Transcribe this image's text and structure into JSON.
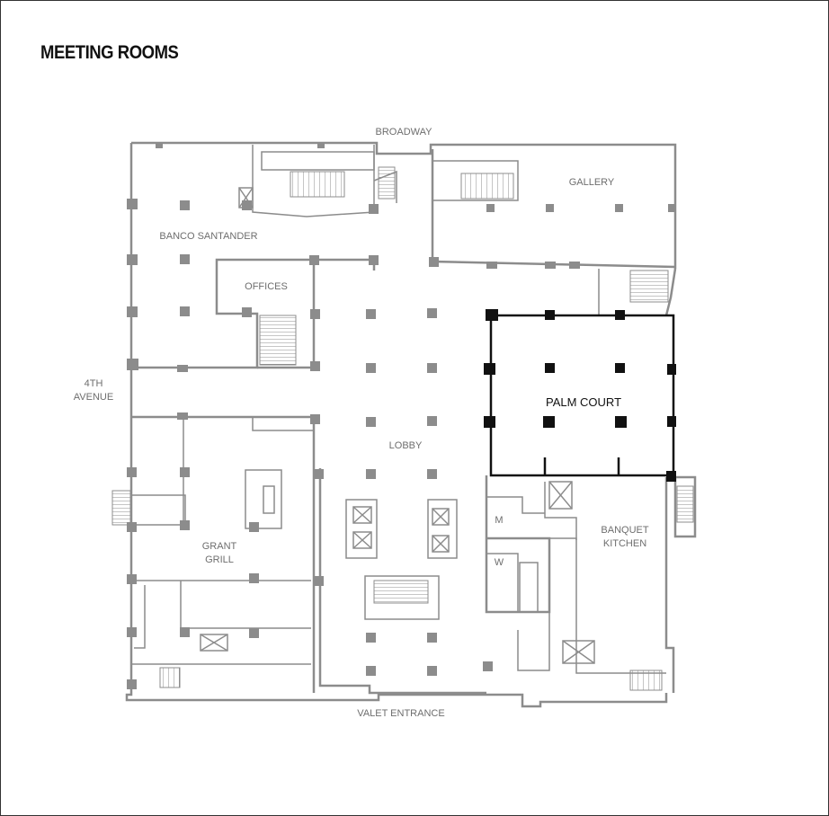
{
  "title": "MEETING ROOMS",
  "colors": {
    "walls": "#8c8c8c",
    "highlight": "#111111",
    "labels": "#6e6e6e",
    "background": "#ffffff"
  },
  "labels": {
    "broadway": "BROADWAY",
    "gallery": "GALLERY",
    "banco_santander": "BANCO SANTANDER",
    "offices": "OFFICES",
    "fourth_avenue": [
      "4TH",
      "AVENUE"
    ],
    "palm_court": "PALM COURT",
    "lobby": "LOBBY",
    "grant_grill": [
      "GRANT",
      "GRILL"
    ],
    "banquet_kitchen": [
      "BANQUET",
      "KITCHEN"
    ],
    "restroom_men": "M",
    "restroom_women": "W",
    "valet_entrance": "VALET ENTRANCE"
  },
  "highlighted_room": "PALM COURT"
}
